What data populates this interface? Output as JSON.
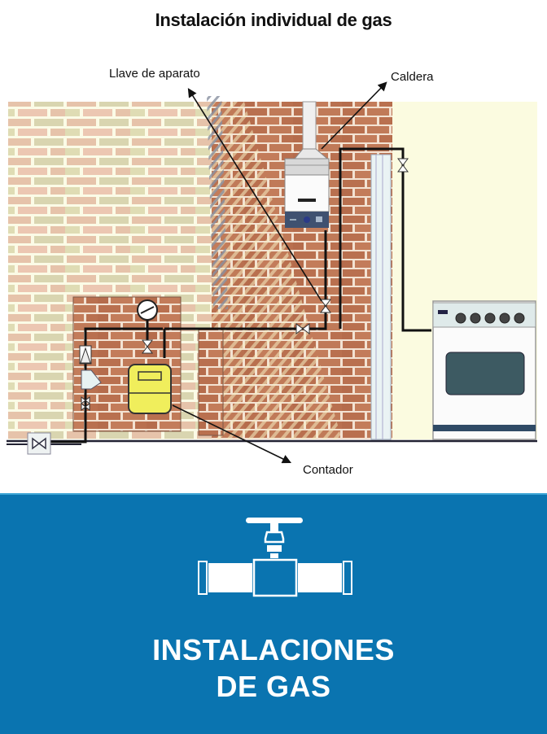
{
  "diagram": {
    "title": "Instalación individual de gas",
    "labels": {
      "appliance_valve": "Llave de aparato",
      "boiler": "Caldera",
      "meter": "Contador"
    },
    "components": [
      "gas-main-valve",
      "regulator",
      "gas-meter",
      "pressure-gauge",
      "boiler",
      "appliance-valves",
      "cooker-oven"
    ],
    "colors": {
      "brick": "#b5704f",
      "brick_faded": "#e8c9ae",
      "wall_bg": "#fbfbe3",
      "meter_yellow": "#f2ef5a",
      "pipe": "#111111"
    }
  },
  "banner": {
    "title_line1": "INSTALACIONES",
    "title_line2": "DE GAS",
    "icon": "pipe-valve-icon",
    "background": "#0a74b0"
  }
}
